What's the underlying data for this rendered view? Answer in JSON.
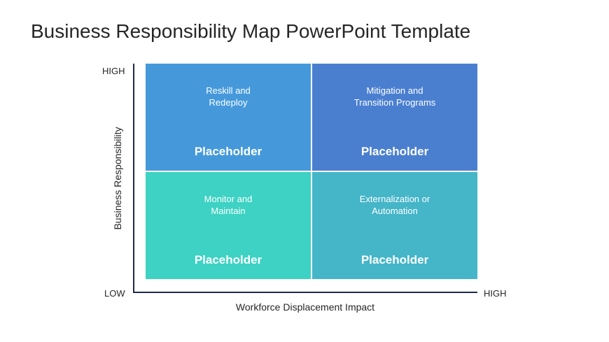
{
  "title": "Business Responsibility Map PowerPoint Template",
  "axes": {
    "y_label": "Business Responsibility",
    "x_label": "Workforce Displacement Impact",
    "y_high": "HIGH",
    "low": "LOW",
    "x_high": "HIGH"
  },
  "quadrants": [
    {
      "label_line1": "Reskill and",
      "label_line2": "Redeploy",
      "placeholder": "Placeholder",
      "color": "#4599db"
    },
    {
      "label_line1": "Mitigation and",
      "label_line2": "Transition Programs",
      "placeholder": "Placeholder",
      "color": "#4a7fd0"
    },
    {
      "label_line1": "Monitor and",
      "label_line2": "Maintain",
      "placeholder": "Placeholder",
      "color": "#3dd2c3"
    },
    {
      "label_line1": "Externalization or",
      "label_line2": "Automation",
      "placeholder": "Placeholder",
      "color": "#45b5c8"
    }
  ]
}
